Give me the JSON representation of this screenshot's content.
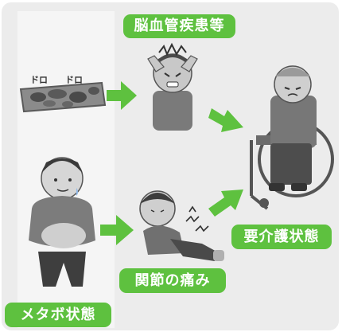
{
  "labels": {
    "cerebrovascular": "脳血管疾患等",
    "care_needed": "要介護状態",
    "joint_pain": "関節の痛み",
    "metabolic": "メタボ状態"
  },
  "sounds": {
    "doro1": "ドロ",
    "doro2": "ドロ"
  },
  "colors": {
    "accent_green": "#5ec13f",
    "panel_bg": "#ececec",
    "strip_bg": "#f5f5f5"
  }
}
